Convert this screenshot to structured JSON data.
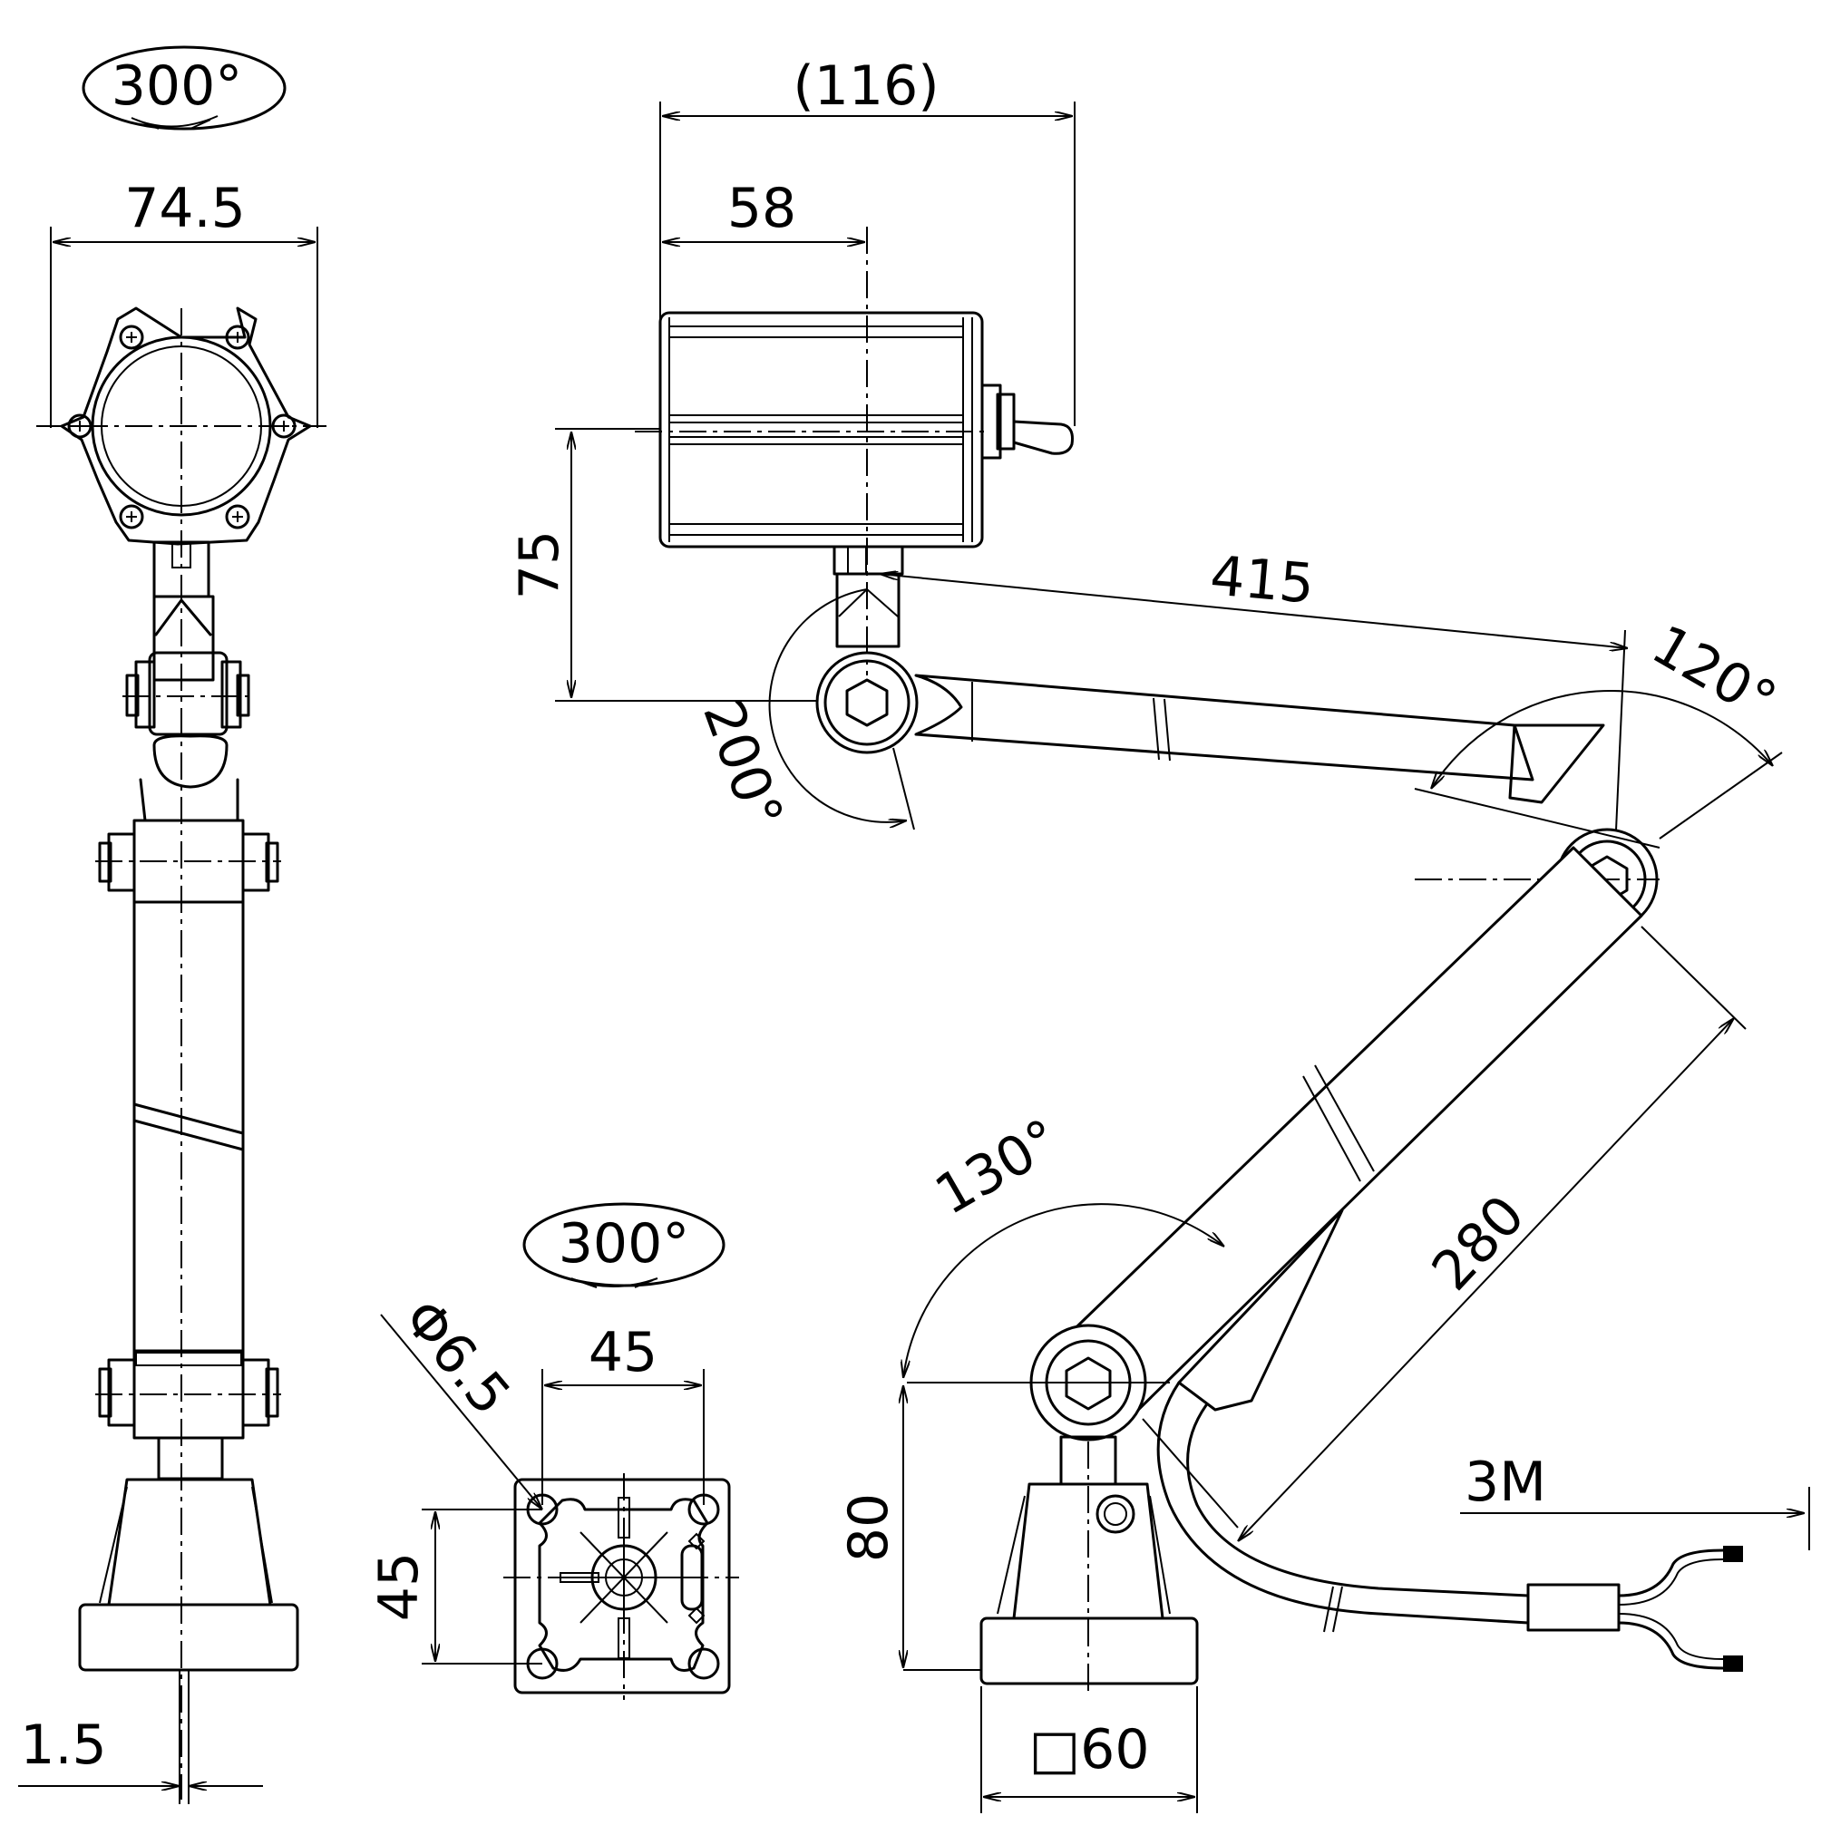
{
  "front_view": {
    "rotation_label": "300°",
    "width_label": "74.5",
    "offset_label": "1.5"
  },
  "side_view": {
    "overall_length_label": "(116)",
    "head_offset_label": "58",
    "head_height_label": "75",
    "arm_length_label": "415",
    "head_swivel_label": "200°",
    "elbow_angle_label": "120°",
    "base_arm_angle_label": "130°",
    "lower_arm_length_label": "280",
    "base_height_label": "80",
    "base_size_label": "□60",
    "cable_length_label": "3M"
  },
  "base_view": {
    "rotation_label": "300°",
    "hole_diameter_label": "Φ6.5",
    "hole_pitch_x_label": "45",
    "hole_pitch_y_label": "45"
  }
}
